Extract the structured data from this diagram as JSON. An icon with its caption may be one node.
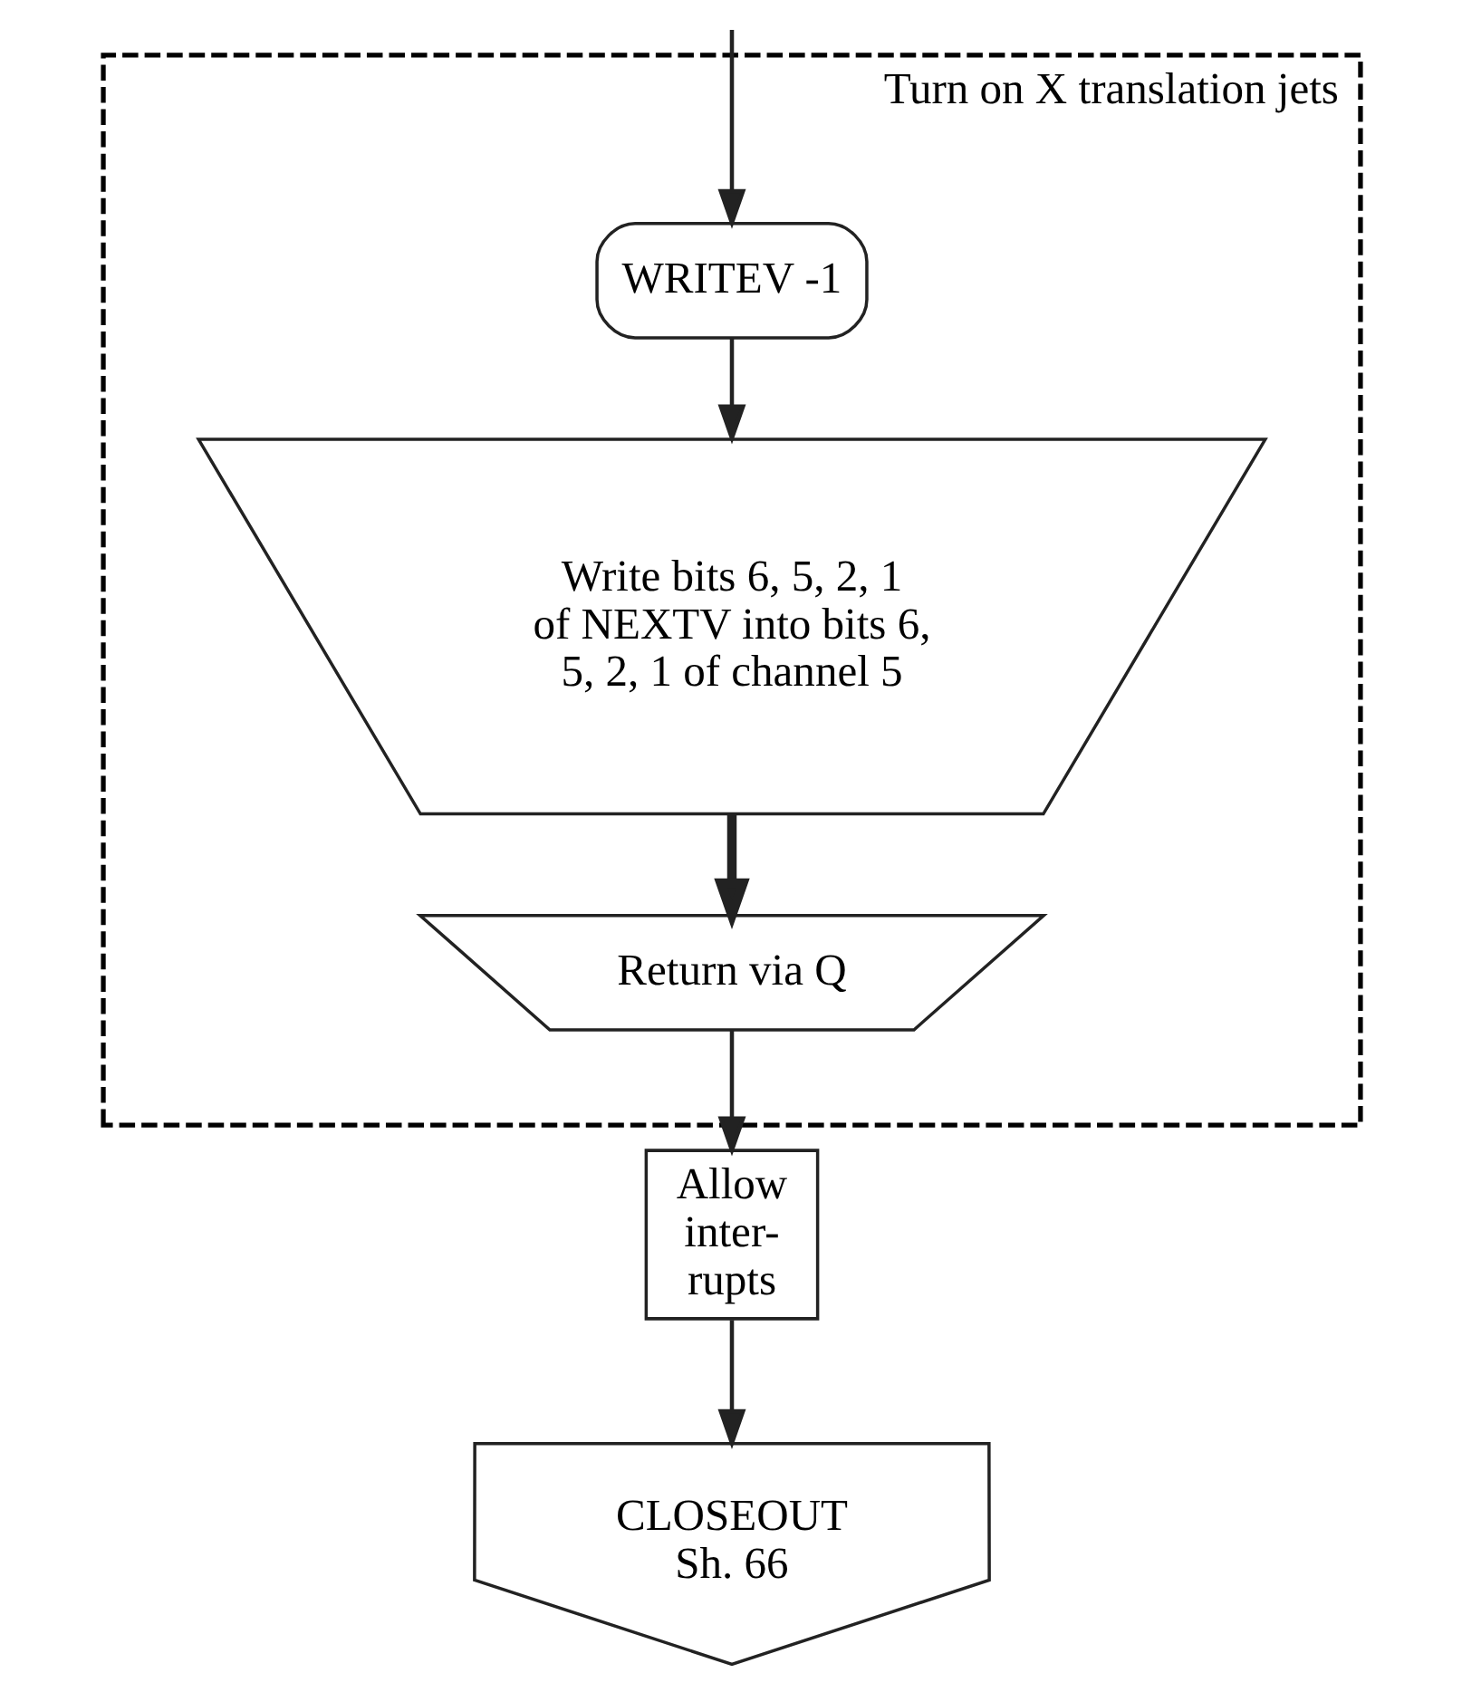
{
  "diagram": {
    "nodes": [
      {
        "text": [
          "Turn on X translation jets"
        ]
      },
      {
        "text": [
          "WRITEV -1"
        ],
        "in": 0
      },
      {
        "text": [
          "Write bits 6, 5, 2, 1 of NEXTV into bits 6, 5, 2, 1 of channel 5"
        ],
        "in": 0
      },
      {
        "text": [
          "Return via Q"
        ],
        "in": 0
      },
      {
        "text": [
          "Allow inter- rupts"
        ]
      },
      {
        "text": [
          "CLOSEOUT",
          "Sh. 66"
        ]
      }
    ],
    "edges": [
      {
        "from": null,
        "to": 1,
        "arrow": "to"
      },
      {
        "from": 1,
        "to": 2,
        "arrow": "to"
      },
      {
        "from": 2,
        "to": 3,
        "arrow": "to",
        "style": "thick"
      },
      {
        "from": 3,
        "to": 4,
        "arrow": "to"
      },
      {
        "from": 4,
        "to": 5,
        "arrow": "to"
      }
    ]
  }
}
